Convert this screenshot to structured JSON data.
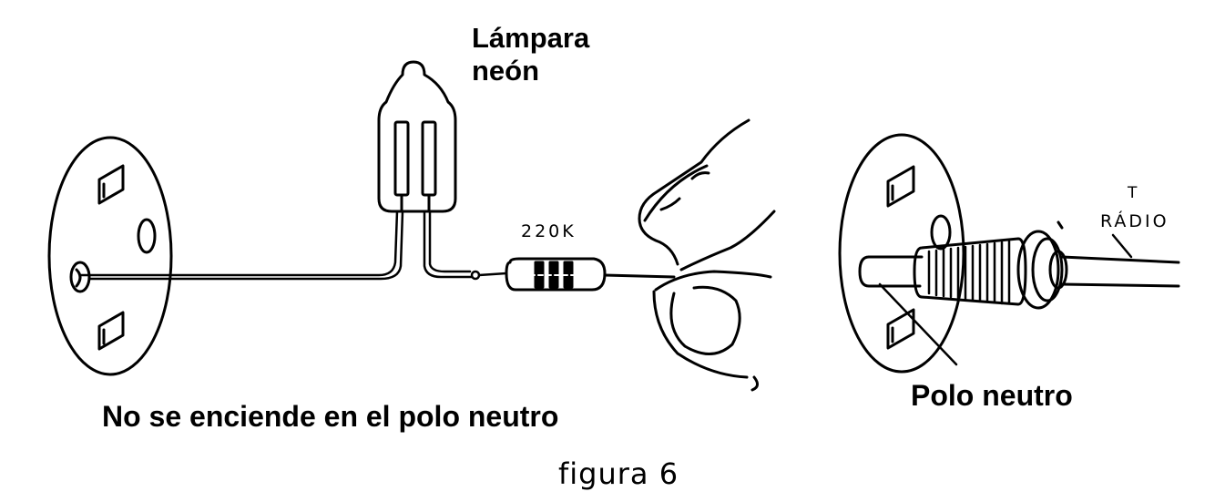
{
  "labels": {
    "lamp_line1": "Lámpara",
    "lamp_line2": "neón",
    "resistor": "220K",
    "caption_left": "No se enciende en el polo neutro",
    "caption_right": "Polo neutro",
    "t_mark": "T",
    "radio": "RÁDIO",
    "figure": "figura 6"
  },
  "icons": {
    "outlet": "outlet-icon",
    "neon_lamp": "neon-lamp-icon",
    "resistor": "resistor-icon",
    "hand": "hand-icon",
    "screwdriver": "screwdriver-icon"
  }
}
